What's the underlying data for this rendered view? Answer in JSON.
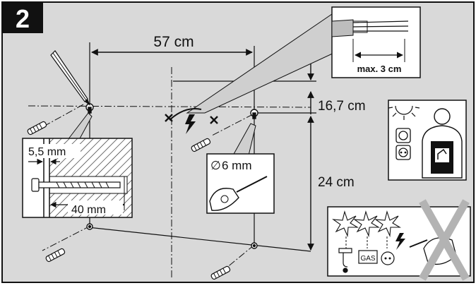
{
  "step_number": "2",
  "dimensions": {
    "hole_spacing": "57 cm",
    "cable_strip_length": "max. 3 cm",
    "top_offset": "16,7 cm",
    "vertical_spacing": "24 cm",
    "plug_offset": "5,5 mm",
    "plug_depth": "40 mm",
    "drill_diameter": "6 mm"
  },
  "symbols": {
    "diameter": "∅",
    "gas_label": "GAS"
  },
  "icons": [
    "pencil-icon",
    "screw-plug-icon",
    "cable-icon",
    "warning-lightning-icon",
    "drill-icon",
    "light-icon",
    "socket-icon",
    "person-icon",
    "no-drilling-icon"
  ],
  "colors": {
    "background": "#d9d9d9",
    "panel": "#ffffff",
    "ink": "#111111",
    "cross": "#b3b3b3"
  }
}
